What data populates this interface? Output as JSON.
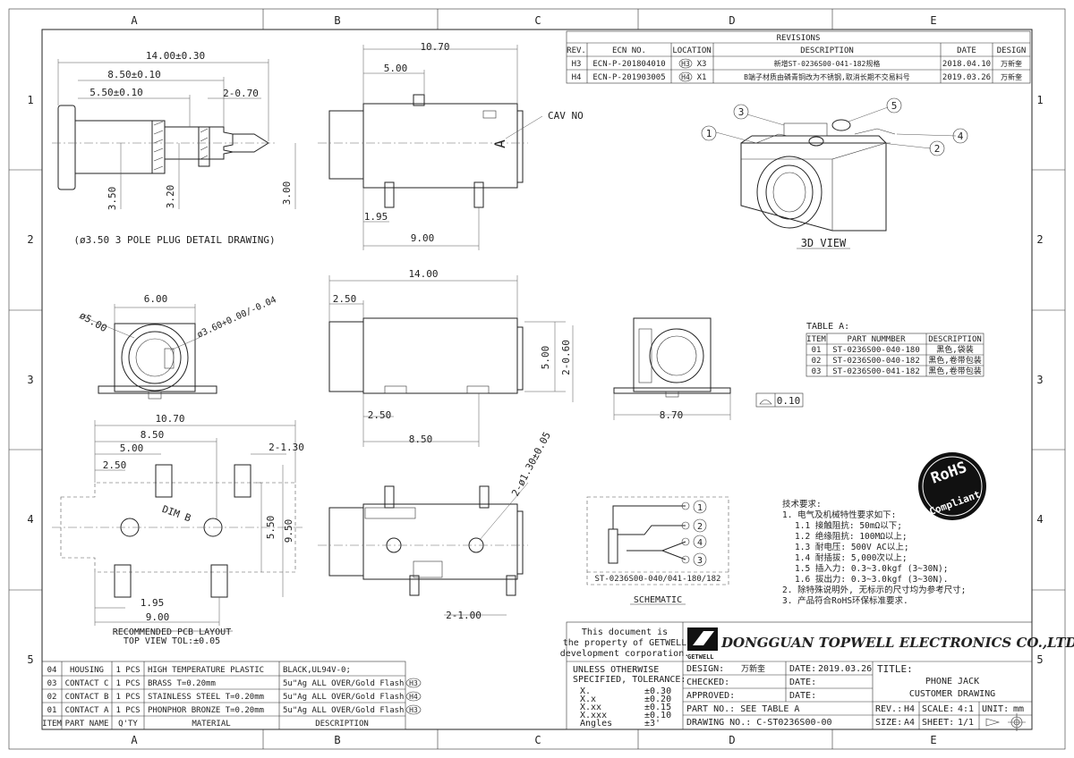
{
  "zones": {
    "columns": [
      "A",
      "B",
      "C",
      "D",
      "E"
    ],
    "rows": [
      "1",
      "2",
      "3",
      "4",
      "5"
    ]
  },
  "revisions": {
    "title": "REVISIONS",
    "headers": [
      "REV.",
      "ECN NO.",
      "LOCATION",
      "DESCRIPTION",
      "DATE",
      "DESIGN"
    ],
    "rows": [
      {
        "rev": "H3",
        "ecn": "ECN-P-201804010",
        "loc_tag": "H3",
        "loc_count": "X3",
        "desc": "新增ST-0236S00-041-182规格",
        "date": "2018.04.10",
        "design": "万新奎"
      },
      {
        "rev": "H4",
        "ecn": "ECN-P-201903005",
        "loc_tag": "H4",
        "loc_count": "X1",
        "desc": "B端子材质由磷青铜改为不锈钢,取消长期不交易料号",
        "date": "2019.03.26",
        "design": "万新奎"
      }
    ]
  },
  "plug": {
    "dims": [
      "14.00±0.30",
      "8.50±0.10",
      "5.50±0.10",
      "2-0.70",
      "3.50",
      "3.20",
      "3.00"
    ],
    "caption": "(ø3.50 3 POLE PLUG DETAIL DRAWING)"
  },
  "top_view": {
    "dims": [
      "10.70",
      "5.00",
      "1.95",
      "9.00"
    ],
    "cav_label": "CAV NO",
    "cav_mark": "A"
  },
  "iso_view": {
    "balloons": [
      "1",
      "2",
      "3",
      "4",
      "5"
    ],
    "caption": "3D VIEW"
  },
  "front_view": {
    "dims": [
      "6.00",
      "ø5.00",
      "ø3.60+0.00/-0.04"
    ]
  },
  "side_view": {
    "dims": [
      "14.00",
      "2.50",
      "5.00",
      "2-0.60",
      "2.50",
      "8.50"
    ]
  },
  "end_view": {
    "dims": [
      "8.70"
    ],
    "flatness": "0.10"
  },
  "pcb": {
    "dims": [
      "10.70",
      "8.50",
      "5.00",
      "2.50",
      "2-1.30",
      "5.50",
      "9.50",
      "1.95",
      "9.00"
    ],
    "dim_b": "DIM B",
    "caption1": "RECOMMENDED PCB LAYOUT",
    "caption2": "TOP VIEW TOL:±0.05"
  },
  "bottom_view": {
    "dims": [
      "2-ø1.30±0.05",
      "2-1.00"
    ]
  },
  "table_a": {
    "title": "TABLE A:",
    "headers": [
      "ITEM",
      "PART NUMMBER",
      "DESCRIPTION"
    ],
    "rows": [
      [
        "01",
        "ST-0236S00-040-180",
        "黑色,袋装"
      ],
      [
        "02",
        "ST-0236S00-040-182",
        "黑色,卷带包装"
      ],
      [
        "03",
        "ST-0236S00-041-182",
        "黑色,卷带包装"
      ]
    ]
  },
  "schematic": {
    "pins": [
      "1",
      "2",
      "4",
      "3"
    ],
    "part": "ST-0236S00-040/041-180/182",
    "caption": "SCHEMATIC"
  },
  "rohs": {
    "line1": "RoHS",
    "line2": "Compliant"
  },
  "notes": [
    "技术要求:",
    "1. 电气及机械特性要求如下:",
    "1.1 接触阻抗: 50mΩ以下;",
    "1.2 绝缘阻抗: 100MΩ以上;",
    "1.3 耐电压: 500V AC以上;",
    "1.4 耐插拔: 5,000次以上;",
    "1.5 插入力: 0.3~3.0kgf (3~30N);",
    "1.6 拔出力: 0.3~3.0kgf (3~30N).",
    "2. 除特殊说明外, 无标示的尺寸均为参考尺寸;",
    "3. 产品符合RoHS环保标准要求."
  ],
  "bom": {
    "headers": [
      "ITEM",
      "PART NAME",
      "Q'TY",
      "MATERIAL",
      "DESCRIPTION"
    ],
    "rows": [
      {
        "item": "04",
        "name": "HOUSING",
        "qty": "1 PCS",
        "material": "HIGH TEMPERATURE PLASTIC",
        "desc": "BLACK,UL94V-0;",
        "tag": ""
      },
      {
        "item": "03",
        "name": "CONTACT C",
        "qty": "1 PCS",
        "material": "BRASS T=0.20mm",
        "desc": "5u\"Ag ALL OVER/Gold Flash",
        "tag": "H3"
      },
      {
        "item": "02",
        "name": "CONTACT B",
        "qty": "1 PCS",
        "material": "STAINLESS STEEL T=0.20mm",
        "desc": "5u\"Ag ALL OVER/Gold Flash",
        "tag": "H4"
      },
      {
        "item": "01",
        "name": "CONTACT A",
        "qty": "1 PCS",
        "material": "PHONPHOR BRONZE T=0.20mm",
        "desc": "5u\"Ag ALL OVER/Gold Flash",
        "tag": "H3"
      }
    ]
  },
  "title_block": {
    "property": [
      "This document is",
      "the property of GETWELL",
      "development corporation."
    ],
    "company": "DONGGUAN TOPWELL ELECTRONICS CO.,LTD",
    "logo_text": "GETWELL",
    "tolerance_title": [
      "UNLESS OTHERWISE",
      "SPECIFIED, TOLERANCE:"
    ],
    "tolerances": [
      [
        "X.",
        "±0.30"
      ],
      [
        "X.x",
        "±0.20"
      ],
      [
        "X.xx",
        "±0.15"
      ],
      [
        "X.xxx",
        "±0.10"
      ],
      [
        "Angles",
        "±3'"
      ]
    ],
    "design_label": "DESIGN:",
    "designer": "万新奎",
    "date_label": "DATE:",
    "date": "2019.03.26",
    "checked_label": "CHECKED:",
    "approved_label": "APPROVED:",
    "title_label": "TITLE:",
    "title_line1": "PHONE JACK",
    "title_line2": "CUSTOMER DRAWING",
    "part_no": "PART NO.: SEE TABLE A",
    "rev_label": "REV.:",
    "rev": "H4",
    "scale_label": "SCALE:",
    "scale": "4:1",
    "unit_label": "UNIT:",
    "unit": "mm",
    "drawing_no": "DRAWING NO.: C-ST0236S00-00",
    "size_label": "SIZE:",
    "size": "A4",
    "sheet_label": "SHEET:",
    "sheet": "1/1"
  }
}
